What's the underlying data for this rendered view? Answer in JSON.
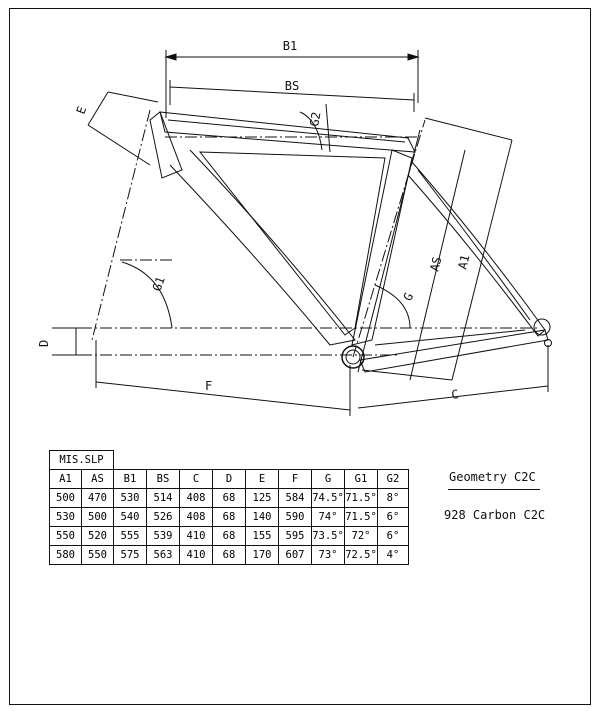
{
  "dimension_labels": {
    "b1": "B1",
    "bs": "BS",
    "e": "E",
    "g2": "G2",
    "g1": "G1",
    "g": "G",
    "as": "AS",
    "a1": "A1",
    "d": "D",
    "f": "F",
    "c": "C"
  },
  "table": {
    "caption": "MIS.SLP",
    "headers": [
      "A1",
      "AS",
      "B1",
      "BS",
      "C",
      "D",
      "E",
      "F",
      "G",
      "G1",
      "G2"
    ],
    "rows": [
      [
        "500",
        "470",
        "530",
        "514",
        "408",
        "68",
        "125",
        "584",
        "74.5°",
        "71.5°",
        "8°"
      ],
      [
        "530",
        "500",
        "540",
        "526",
        "408",
        "68",
        "140",
        "590",
        "74°",
        "71.5°",
        "6°"
      ],
      [
        "550",
        "520",
        "555",
        "539",
        "410",
        "68",
        "155",
        "595",
        "73.5°",
        "72°",
        "6°"
      ],
      [
        "580",
        "550",
        "575",
        "563",
        "410",
        "68",
        "170",
        "607",
        "73°",
        "72.5°",
        "4°"
      ]
    ]
  },
  "caption": {
    "title": "Geometry C2C",
    "model": "928 Carbon C2C"
  }
}
